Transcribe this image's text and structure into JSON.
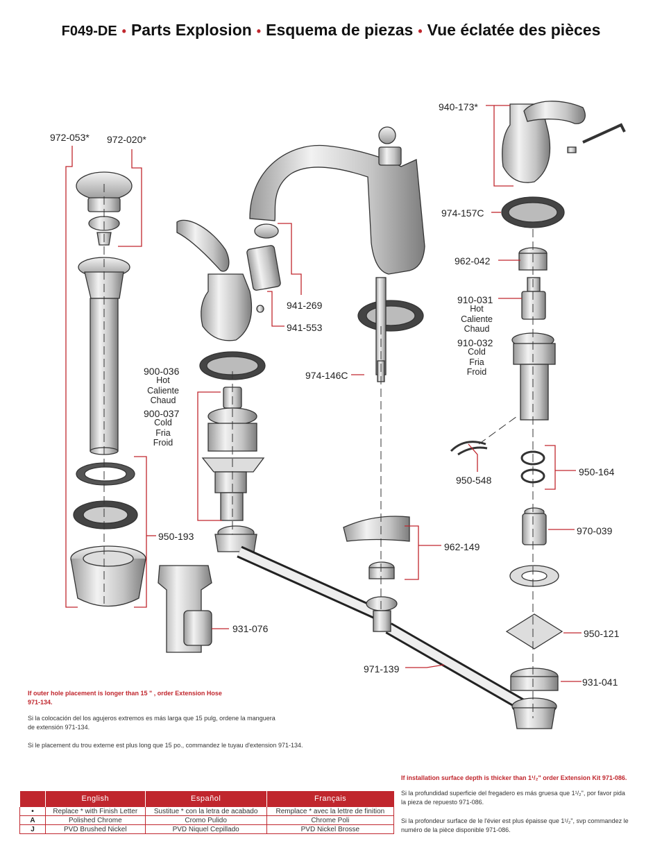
{
  "title": {
    "model": "F049-DE",
    "parts": [
      "Parts Explosion",
      "Esquema de piezas",
      "Vue éclatée des pièces"
    ]
  },
  "parts": {
    "p940_173": "940-173*",
    "p972_053": "972-053*",
    "p972_020": "972-020*",
    "p974_157C": "974-157C",
    "p962_042": "962-042",
    "p910_031": "910-031",
    "p910_031_sub": [
      "Hot",
      "Caliente",
      "Chaud"
    ],
    "p910_032": "910-032",
    "p910_032_sub": [
      "Cold",
      "Fria",
      "Froid"
    ],
    "p941_269": "941-269",
    "p941_553": "941-553",
    "p974_146C": "974-146C",
    "p900_036": "900-036",
    "p900_036_sub": [
      "Hot",
      "Caliente",
      "Chaud"
    ],
    "p900_037": "900-037",
    "p900_037_sub": [
      "Cold",
      "Fria",
      "Froid"
    ],
    "p950_548": "950-548",
    "p950_164": "950-164",
    "p970_039": "970-039",
    "p950_193": "950-193",
    "p962_149": "962-149",
    "p931_076": "931-076",
    "p950_121": "950-121",
    "p971_139": "971-139",
    "p931_041": "931-041"
  },
  "notes": {
    "left_en_1": "If outer hole placement is longer than 15 \" , order Extension Hose",
    "left_en_2": "971-134.",
    "left_es_1": "Si la colocación del los agujeros extremos es más larga que 15 pulg, ordene la manguera",
    "left_es_2": "de extensión 971-134.",
    "left_fr": "Si le placement du trou externe est plus long que 15 po., commandez le tuyau d'extension 971-134.",
    "right_en": "If installation surface depth is thicker than 1¹/₂\" order Extension Kit 971-086.",
    "right_es_1": "Si la profundidad superficie del fregadero es más gruesa que 1¹/₂\", por favor pida",
    "right_es_2": "la pieza de repuesto 971-086.",
    "right_fr_1": "Si la profondeur surface de le l'évier est plus épaisse que 1¹/₂\", svp commandez le",
    "right_fr_2": "numéro de la pièce disponible 971-086."
  },
  "legend": {
    "headers": [
      "English",
      "Español",
      "Français"
    ],
    "rows": [
      {
        "key": "•",
        "en": "Replace * with Finish Letter",
        "es": "Sustitue * con la letra de acabado",
        "fr": "Remplace * avec la lettre de finition"
      },
      {
        "key": "A",
        "en": "Polished Chrome",
        "es": "Cromo Pulido",
        "fr": "Chrome Poli"
      },
      {
        "key": "J",
        "en": "PVD Brushed Nickel",
        "es": "PVD Niquel Cepillado",
        "fr": "PVD Nickel Brosse"
      }
    ]
  },
  "colors": {
    "accent": "#c0262d",
    "line": "#222222"
  }
}
